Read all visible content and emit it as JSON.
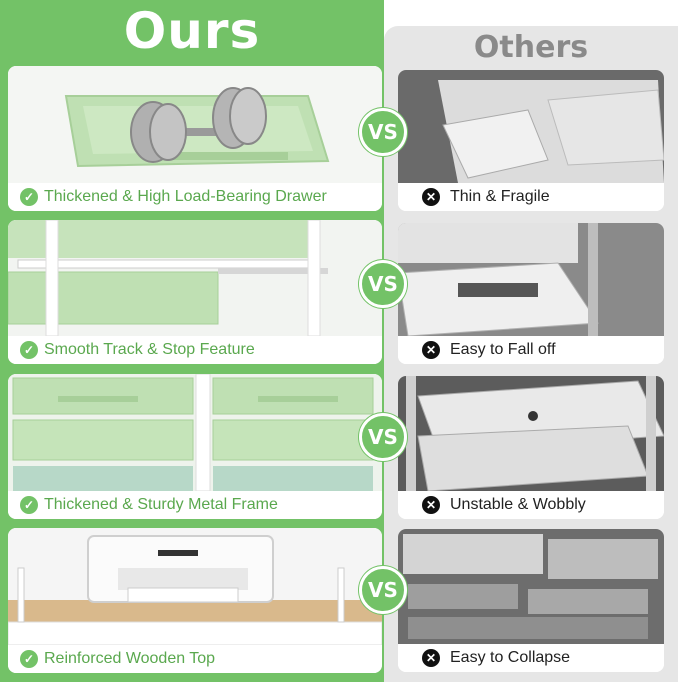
{
  "ours": {
    "title": "Ours",
    "items": [
      {
        "caption": "Thickened & High Load-Bearing Drawer"
      },
      {
        "caption": "Smooth Track & Stop Feature"
      },
      {
        "caption": "Thickened & Sturdy Metal Frame"
      },
      {
        "caption": "Reinforced Wooden Top"
      }
    ]
  },
  "others": {
    "title": "Others",
    "items": [
      {
        "caption": "Thin & Fragile"
      },
      {
        "caption": "Easy to Fall off"
      },
      {
        "caption": "Unstable & Wobbly"
      },
      {
        "caption": "Easy to Collapse"
      }
    ]
  },
  "vs_label": "VS",
  "colors": {
    "brand_green": "#73c267",
    "drawer_green": "#bfe0b3",
    "others_gray": "#e6e6e6"
  },
  "icons": {
    "check": "check-circle-icon",
    "cross": "x-circle-icon"
  }
}
